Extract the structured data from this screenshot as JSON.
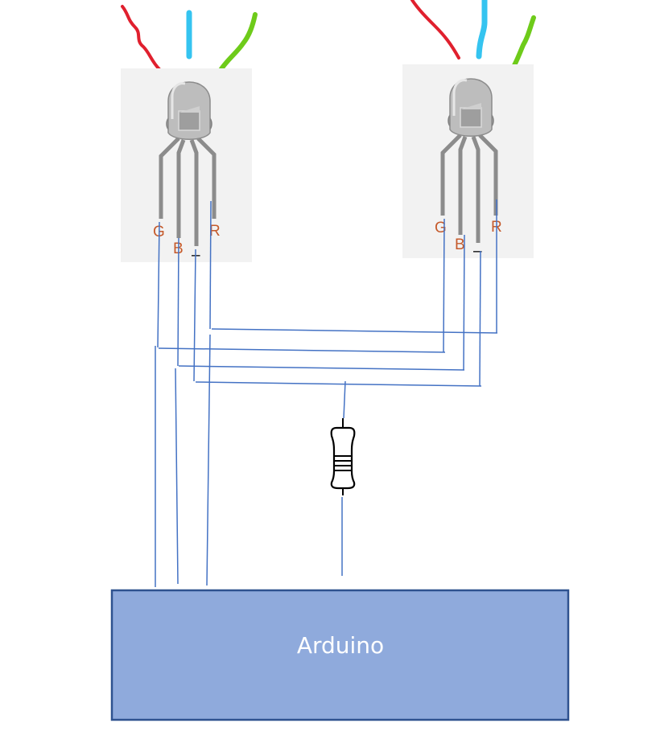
{
  "colors": {
    "wire": "#4472c4",
    "label": "#c55a2b",
    "panel": "#f2f2f2",
    "arduino_fill": "#8faadc",
    "arduino_border": "#2f528f",
    "arduino_text": "#ffffff",
    "leg": "#8c8c8c",
    "lead_red": "#e0202e",
    "lead_blue": "#35c4f0",
    "lead_green": "#6ecb1a"
  },
  "led_left": {
    "label_g": "G",
    "label_b": "B",
    "label_minus": "–",
    "label_r": "R"
  },
  "led_right": {
    "label_g": "G",
    "label_b": "B",
    "label_minus": "–",
    "label_r": "R"
  },
  "arduino": {
    "label": "Arduino"
  },
  "icons": [
    "rgb-led-icon",
    "resistor-icon"
  ]
}
